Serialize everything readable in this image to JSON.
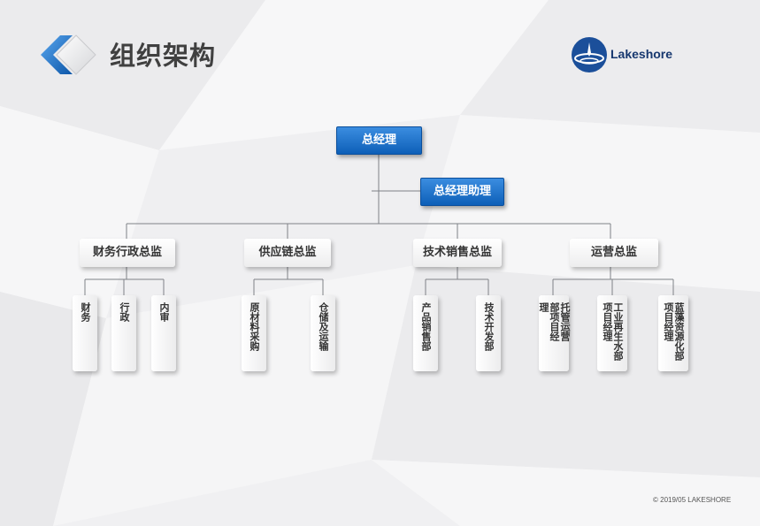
{
  "header": {
    "title": "组织架构"
  },
  "brand": {
    "name": "Lakeshore"
  },
  "org": {
    "root": "总经理",
    "assistant": "总经理助理",
    "departments": [
      {
        "label": "财务行政总监",
        "units": [
          "财务",
          "行政",
          "内审"
        ]
      },
      {
        "label": "供应链总监",
        "units": [
          "原材料采购",
          "仓储及运输"
        ]
      },
      {
        "label": "技术销售总监",
        "units": [
          "产品销售部",
          "技术开发部"
        ]
      },
      {
        "label": "运营总监",
        "units": [
          "托管运营部项目经理",
          "工业再生水部项目经理",
          "蓝藻资源化部项目经理"
        ]
      }
    ]
  },
  "footer": {
    "copyright": "© 2019/05 LAKESHORE"
  },
  "colors": {
    "accent": "#0d5fb8",
    "title": "#404040",
    "brand": "#17386f",
    "connector": "#7f8287"
  }
}
